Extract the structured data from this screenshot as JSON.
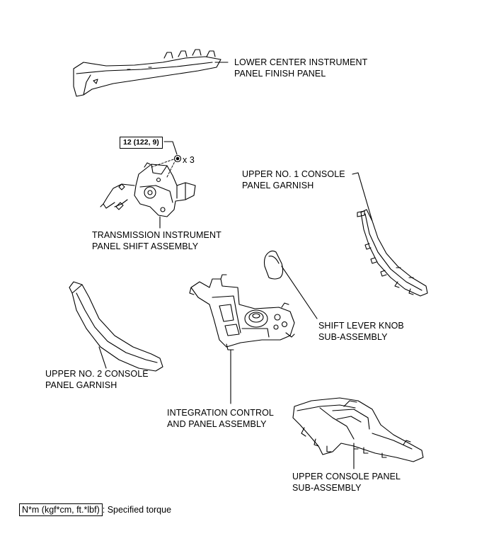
{
  "labels": {
    "lower_center_l1": "LOWER CENTER INSTRUMENT",
    "lower_center_l2": "PANEL FINISH PANEL",
    "torque_value": "12 (122, 9)",
    "qty": "x 3",
    "upper_no1_l1": "UPPER NO. 1 CONSOLE",
    "upper_no1_l2": "PANEL GARNISH",
    "transmission_l1": "TRANSMISSION INSTRUMENT",
    "transmission_l2": "PANEL SHIFT ASSEMBLY",
    "shift_knob_l1": "SHIFT LEVER KNOB",
    "shift_knob_l2": "SUB-ASSEMBLY",
    "upper_no2_l1": "UPPER NO. 2 CONSOLE",
    "upper_no2_l2": "PANEL GARNISH",
    "integration_l1": "INTEGRATION CONTROL",
    "integration_l2": "AND PANEL ASSEMBLY",
    "upper_console_l1": "UPPER CONSOLE PANEL",
    "upper_console_l2": "SUB-ASSEMBLY"
  },
  "legend": {
    "box_text": "N*m (kgf*cm, ft.*lbf)",
    "description": ": Specified torque"
  }
}
